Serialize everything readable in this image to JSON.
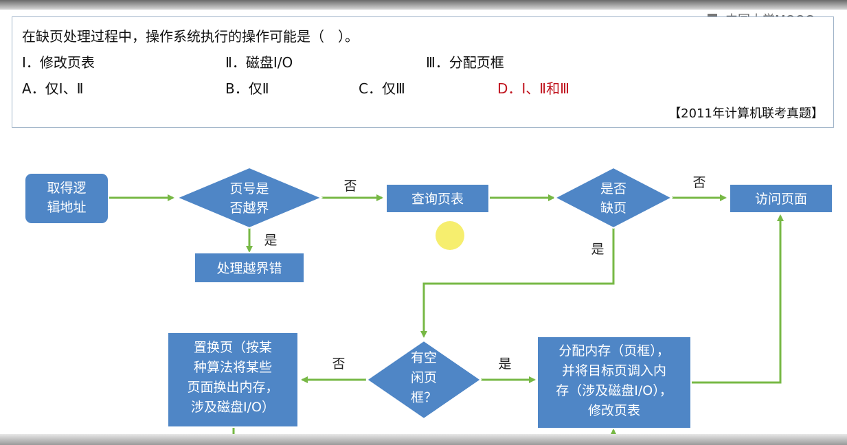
{
  "branding": {
    "logo_text": "中国大学MOOC",
    "logo_icon": "mooc-logo-icon"
  },
  "question": {
    "stem": "在缺页处理过程中，操作系统执行的操作可能是（　）。",
    "statements": [
      "Ⅰ．修改页表",
      "Ⅱ．磁盘I/O",
      "Ⅲ．分配页框"
    ],
    "options": [
      "A．仅Ⅰ、Ⅱ",
      "B．仅Ⅱ",
      "C．仅Ⅲ",
      "D．Ⅰ、Ⅱ和Ⅲ"
    ],
    "correct_option": "D",
    "answer_color": "#c0141e",
    "source": "【2011年计算机联考真题】"
  },
  "flowchart": {
    "colors": {
      "node_fill": "#4f86c6",
      "node_stroke": "#ffffff",
      "arrow": "#77b845",
      "text": "#ffffff"
    },
    "nodes": {
      "get_address": [
        "取得逻",
        "辑地址"
      ],
      "bounds_check": [
        "页号是",
        "否越界"
      ],
      "bounds_error": [
        "处理越界错"
      ],
      "lookup_table": [
        "查询页表"
      ],
      "page_fault_check": [
        "是否",
        "缺页"
      ],
      "access_page": [
        "访问页面"
      ],
      "free_frame_check": [
        "有空",
        "闲页",
        "框？"
      ],
      "replace_page": [
        "置换页（按某",
        "种算法将某些",
        "页面换出内存，",
        "涉及磁盘I/O）"
      ],
      "allocate_memory": [
        "分配内存（页框），",
        "并将目标页调入内",
        "存（涉及磁盘I/O），",
        "修改页表"
      ]
    },
    "edge_labels": {
      "bounds_no": "否",
      "bounds_yes": "是",
      "fault_no": "否",
      "fault_yes": "是",
      "free_no": "否",
      "free_yes": "是"
    }
  }
}
